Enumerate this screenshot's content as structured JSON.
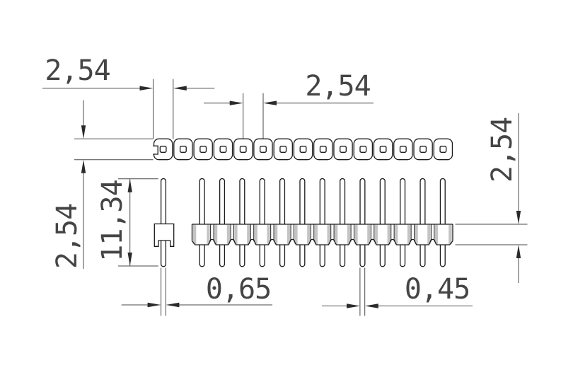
{
  "drawing": {
    "description": "pin header connector dimensional drawing",
    "dimensions": {
      "pad_pitch_edge": "2,54",
      "pad_pitch_center": "2,54",
      "pad_row_height": "2,54",
      "body_height": "2,54",
      "pin_length": "11,34",
      "pin_width": "0,65",
      "pin_tail_width": "0,45"
    },
    "top_view": {
      "pad_count": 15
    },
    "side_view": {
      "pin_count": 13
    },
    "colors": {
      "line": "#1a1a1a",
      "dimension": "#4a4a4a",
      "arrow": "#2b2b2b",
      "shading": "#c4c4c4",
      "background": "#ffffff"
    }
  }
}
